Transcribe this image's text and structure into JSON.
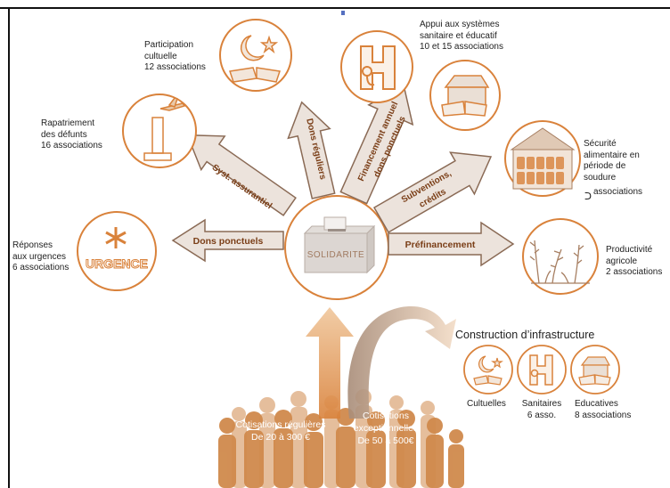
{
  "center": {
    "label": "SOLIDARITE"
  },
  "urgence_word": "URGENCE",
  "arrows": {
    "dons_ponctuels": "Dons ponctuels",
    "syst_assurantiel": "Syst. assurantiel",
    "dons_reguliers": "Dons réguliers",
    "financement": "Financement annuel\ndons ponctuels",
    "subventions": "Subventions,\ncrédits",
    "prefinancement": "Préfinancement"
  },
  "nodes": {
    "urgences": "Réponses\naux urgences\n6 associations",
    "rapatriement": "Rapatriement\ndes défunts\n16 associations",
    "participation": "Participation\ncultuelle\n12 associations",
    "appui": "Appui aux systèmes\nsanitaire et éducatif\n10 et 15 associations",
    "securite": "Sécurité\nalimentaire en\npériode de\nsoudure",
    "securite_count": "associations",
    "productivite": "Productivité\nagricole\n2 associations"
  },
  "infrastructure": {
    "title": "Construction d’infrastructure",
    "cultuelles": "Cultuelles",
    "sanitaires": "Sanitaires\n6 asso.",
    "educatives": "Educatives\n8 associations"
  },
  "cotisations": {
    "regulieres": "Cotisations régulières\nDe 20 à 300 €",
    "exceptionnelles": "Cotisations\nexceptionnelles\nDe 50 à 500€"
  },
  "colors": {
    "orange": "#d9823b",
    "arrow_fill": "#ece3dc",
    "arrow_stroke": "#8a6a55",
    "arrow_text": "#7a3e17",
    "crowd": "#d08a4c",
    "brown_arrow": "#b89a84"
  }
}
